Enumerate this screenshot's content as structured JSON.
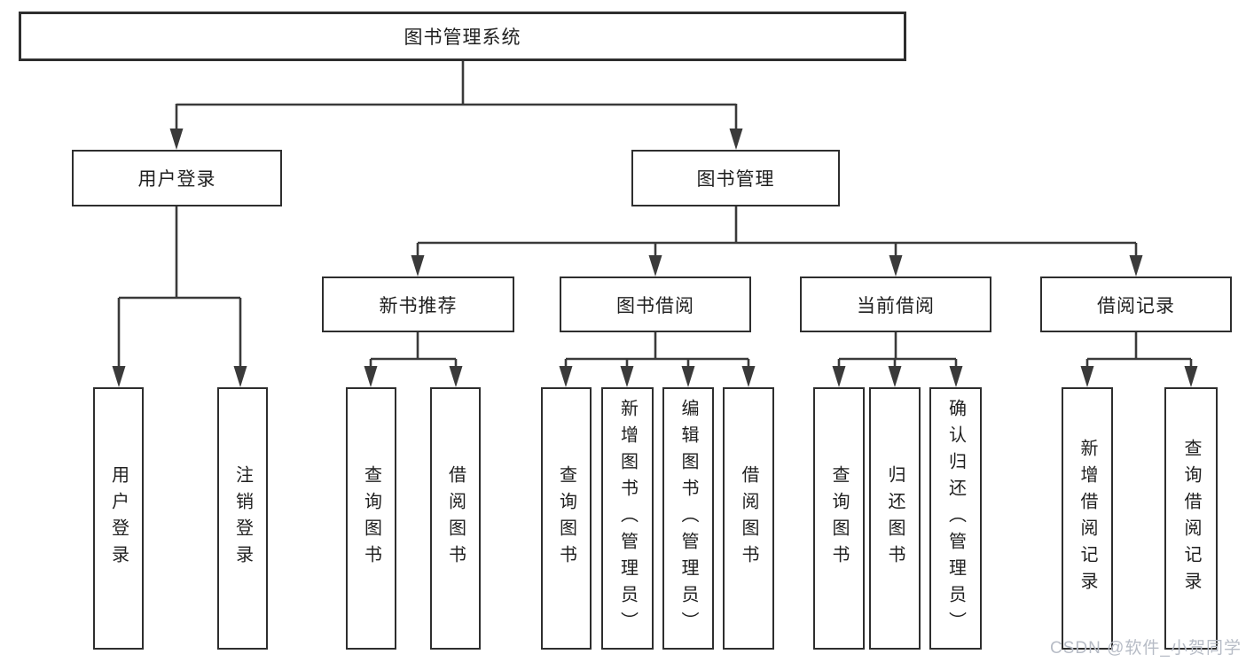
{
  "diagram": {
    "root": {
      "label": "图书管理系统"
    },
    "level2": [
      {
        "label": "用户登录"
      },
      {
        "label": "图书管理"
      }
    ],
    "level3": [
      {
        "label": "新书推荐"
      },
      {
        "label": "图书借阅"
      },
      {
        "label": "当前借阅"
      },
      {
        "label": "借阅记录"
      }
    ],
    "leaves": {
      "user": [
        "用户登录",
        "注销登录"
      ],
      "newbook": [
        "查询图书",
        "借阅图书"
      ],
      "borrow": [
        "查询图书",
        "新增图书（管理员）",
        "编辑图书（管理员）",
        "借阅图书"
      ],
      "current": [
        "查询图书",
        "归还图书",
        "确认归还（管理员）"
      ],
      "records": [
        "新增借阅记录",
        "查询借阅记录"
      ]
    },
    "watermark": {
      "text": "CSDN @软件_小贺同学",
      "color": "#b7bcc6"
    },
    "colors": {
      "line": "#3a3a3a",
      "box_border": "#2e2e2e",
      "text": "#1f1f1f",
      "background": "#ffffff"
    }
  }
}
